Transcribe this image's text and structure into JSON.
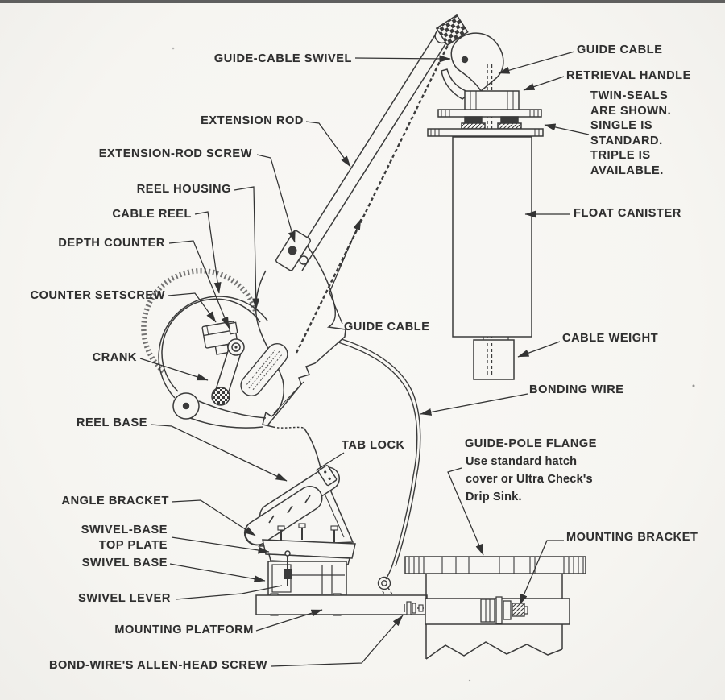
{
  "style": {
    "paper_color": "#f7f6f3",
    "ink_color": "#3b3b3b",
    "text_color": "#2f2f2f"
  },
  "labels": {
    "guide_cable_swivel": "GUIDE-CABLE SWIVEL",
    "extension_rod": "EXTENSION ROD",
    "extension_rod_screw": "EXTENSION-ROD SCREW",
    "reel_housing": "REEL HOUSING",
    "cable_reel": "CABLE REEL",
    "depth_counter": "DEPTH COUNTER",
    "counter_setscrew": "COUNTER SETSCREW",
    "crank": "CRANK",
    "reel_base": "REEL BASE",
    "tab_lock": "TAB LOCK",
    "angle_bracket": "ANGLE BRACKET",
    "swivel_base_top_plate": [
      "SWIVEL-BASE",
      "TOP PLATE"
    ],
    "swivel_base": "SWIVEL BASE",
    "swivel_lever": "SWIVEL LEVER",
    "mounting_platform": "MOUNTING PLATFORM",
    "bond_wire_allen_head_screw": "BOND-WIRE'S ALLEN-HEAD SCREW",
    "guide_cable_top": "GUIDE CABLE",
    "retrieval_handle": "RETRIEVAL HANDLE",
    "seal_note": [
      "TWIN-SEALS",
      "ARE SHOWN.",
      "SINGLE IS",
      "STANDARD.",
      "TRIPLE IS",
      "AVAILABLE."
    ],
    "float_canister": "FLOAT CANISTER",
    "cable_weight": "CABLE WEIGHT",
    "bonding_wire": "BONDING WIRE",
    "guide_cable_mid": "GUIDE CABLE",
    "guide_pole_flange": "GUIDE-POLE FLANGE",
    "guide_pole_flange_note": [
      "Use standard hatch",
      "cover or Ultra Check's",
      "Drip Sink."
    ],
    "mounting_bracket": "MOUNTING BRACKET"
  }
}
